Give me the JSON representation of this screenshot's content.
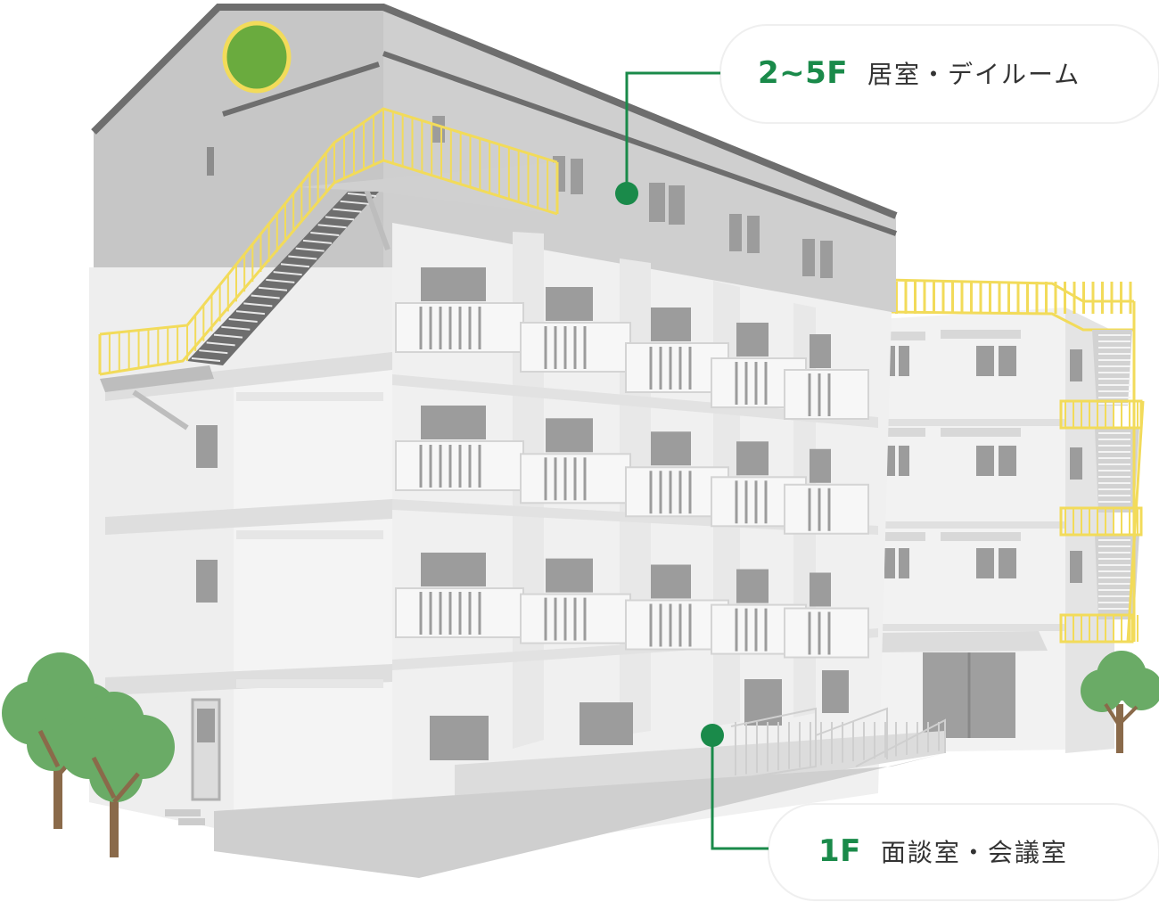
{
  "callouts": {
    "upper": {
      "floor": "2~5F",
      "description": "居室・デイルーム"
    },
    "ground": {
      "floor": "1F",
      "description": "面談室・会議室"
    }
  },
  "colors": {
    "accent_green": "#1a8a4a",
    "rail_yellow": "#f2db5a",
    "tree_green": "#6aab66",
    "trunk": "#8a6a4a",
    "wall_light": "#f1f1f1",
    "roof_gray": "#c4c4c4",
    "window_gray": "#9c9c9c"
  }
}
